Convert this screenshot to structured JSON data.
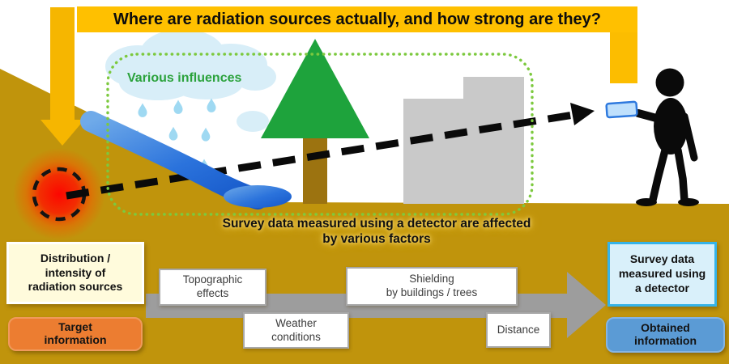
{
  "header": {
    "title": "Where are radiation sources actually, and how strong are they?"
  },
  "scene": {
    "influences_label": "Various influences",
    "caption": "Survey data measured using a detector are affected\nby various factors",
    "icons": [
      "radiation-source-icon",
      "down-arrow-icon",
      "rain-cloud-icon",
      "raindrop-icon",
      "stream-icon",
      "pond-icon",
      "tree-icon",
      "building-icon",
      "measurement-arrow-icon",
      "surveyor-person-icon",
      "detector-icon",
      "title-drop-bar-icon",
      "flow-arrow-icon"
    ]
  },
  "flow": {
    "input": {
      "box": "Distribution /\nintensity of\nradiation sources",
      "tag": "Target\ninformation"
    },
    "factors": [
      "Topographic\neffects",
      "Weather\nconditions",
      "Shielding\nby buildings / trees",
      "Distance"
    ],
    "output": {
      "box": "Survey data\nmeasured using\na detector",
      "tag": "Obtained\ninformation"
    }
  },
  "palette": {
    "title_bg": "#FFC000",
    "yellow_arrow": "#F6B600",
    "ground": "#C0940C",
    "tree_green": "#1EA33C",
    "trunk_brown": "#9C7310",
    "building_gray": "#C9C9C9",
    "water_blue": "#1A5FD0",
    "cloud_blue": "#D8EEF8",
    "raindrop_blue": "#9FD9F2",
    "influences_green": "#2BA23C",
    "dotted_border_green": "#7CC93E",
    "source_glow_red": "#FF1500",
    "flow_arrow_gray": "#9D9D9D",
    "target_orange": "#EC7D31",
    "obtained_blue": "#5B9BD5",
    "source_box_bg": "#FFFBDC",
    "result_box_bg": "#D9F0FA",
    "result_box_border": "#35B3E8"
  }
}
